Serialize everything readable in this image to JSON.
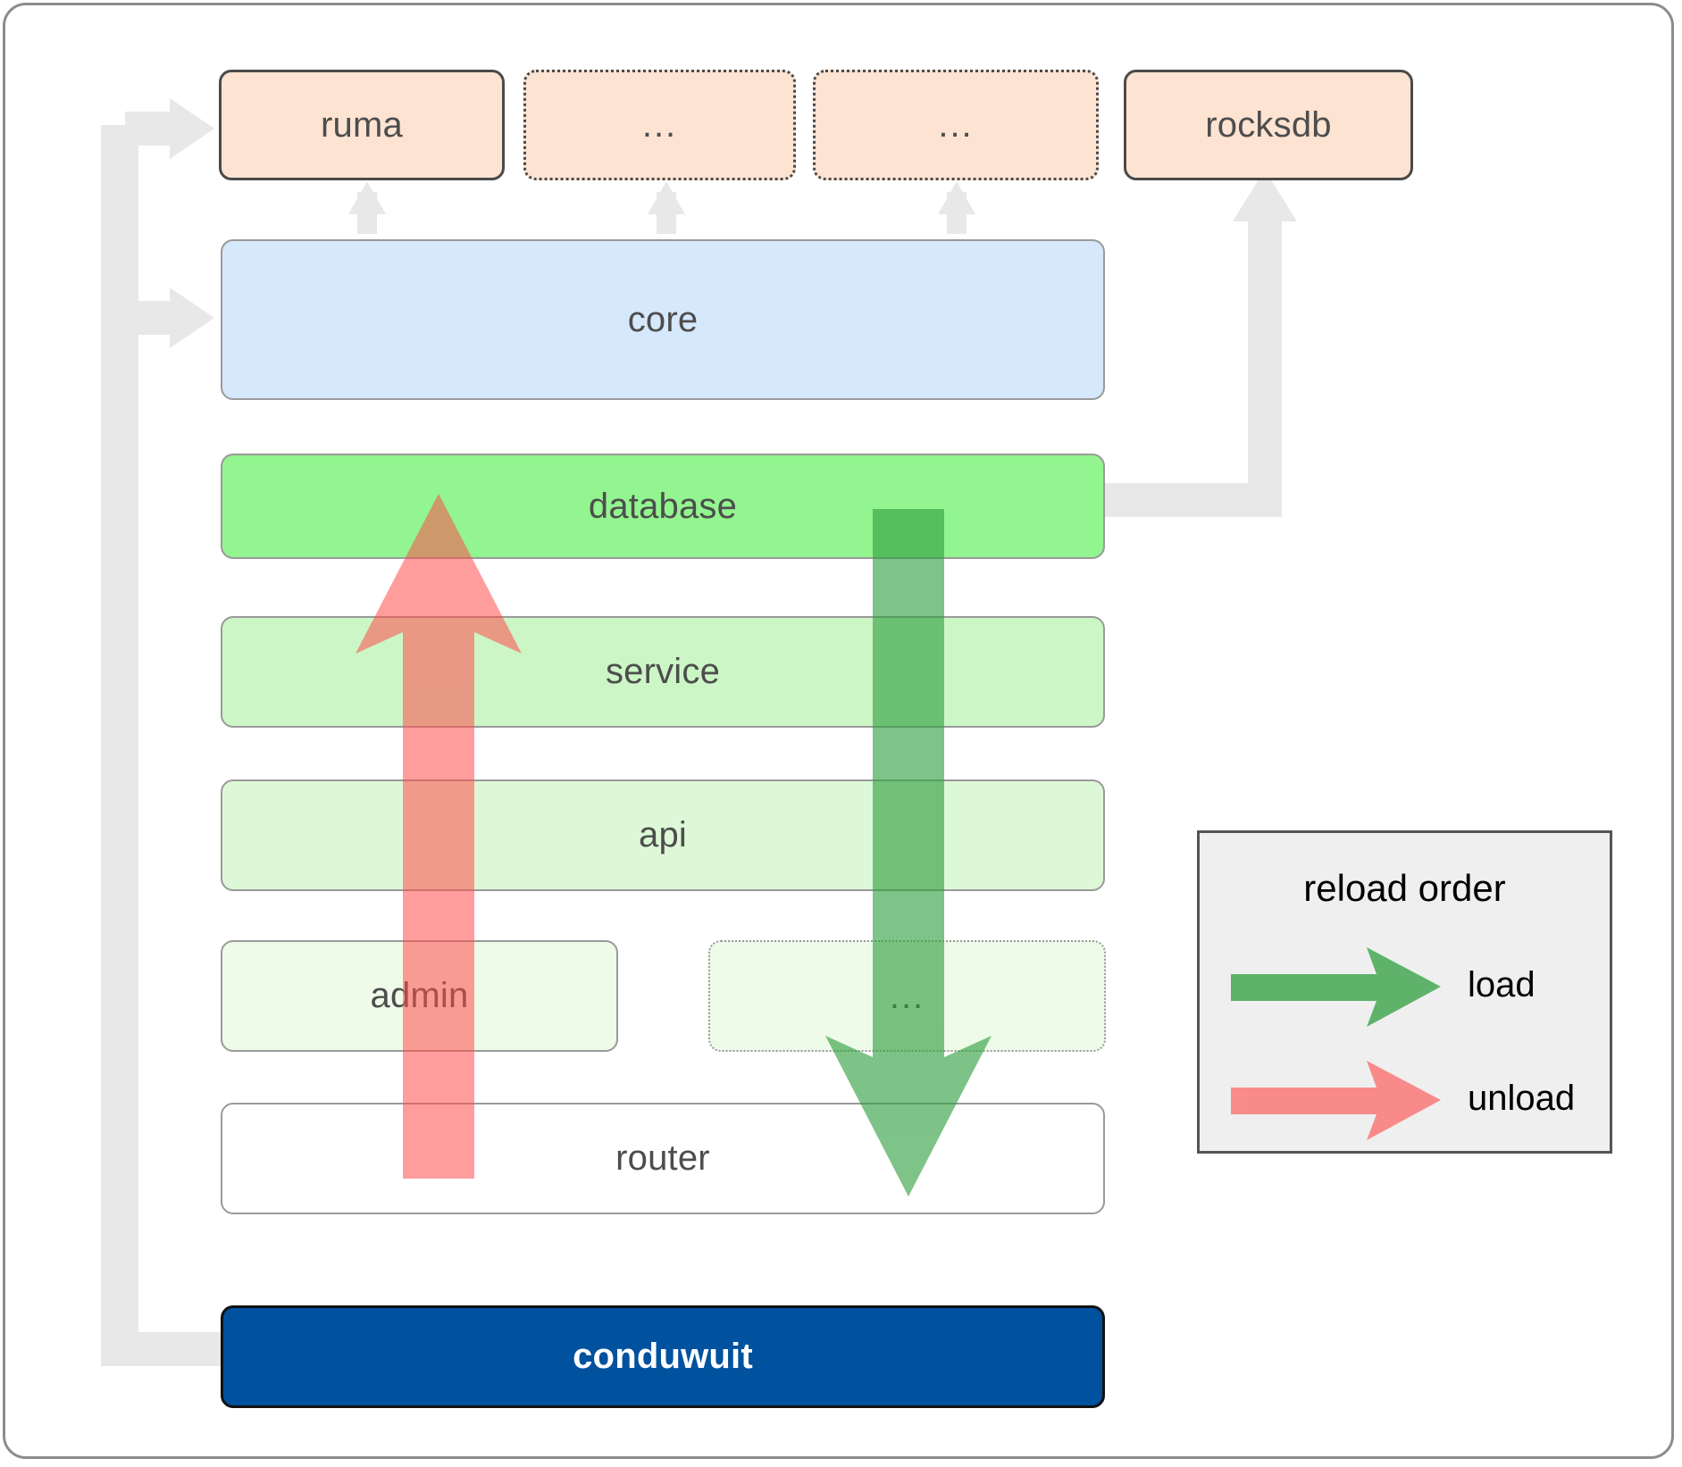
{
  "diagram": {
    "title": "conduwuit crate dependency / reload order diagram",
    "colors": {
      "peach_fill": "#fde3d2",
      "blue_fill": "#d6e8fb",
      "green_top_fill": "#92f58f",
      "navy_fill": "#00519e",
      "load_arrow": "#4caf50",
      "unload_arrow": "#ff8080",
      "connector_gray": "#e8e8e8",
      "border_dark": "#4a4a4a",
      "border_gray": "#9a9a9a",
      "legend_bg": "#efefef"
    },
    "external_crates": [
      {
        "label": "ruma",
        "style": "solid"
      },
      {
        "label": "...",
        "style": "dotted"
      },
      {
        "label": "...",
        "style": "dotted"
      },
      {
        "label": "rocksdb",
        "style": "solid"
      }
    ],
    "layers": [
      {
        "label": "core",
        "style": "solid"
      },
      {
        "label": "database",
        "style": "solid"
      },
      {
        "label": "service",
        "style": "solid"
      },
      {
        "label": "api",
        "style": "solid"
      },
      {
        "label": "admin",
        "style": "solid"
      },
      {
        "label": "...",
        "style": "dotted"
      },
      {
        "label": "router",
        "style": "solid"
      }
    ],
    "binary": {
      "label": "conduwuit"
    },
    "legend": {
      "title": "reload order",
      "entries": [
        {
          "label": "load",
          "color": "#4caf50",
          "direction": "down"
        },
        {
          "label": "unload",
          "color": "#ff8080",
          "direction": "up"
        }
      ]
    }
  }
}
